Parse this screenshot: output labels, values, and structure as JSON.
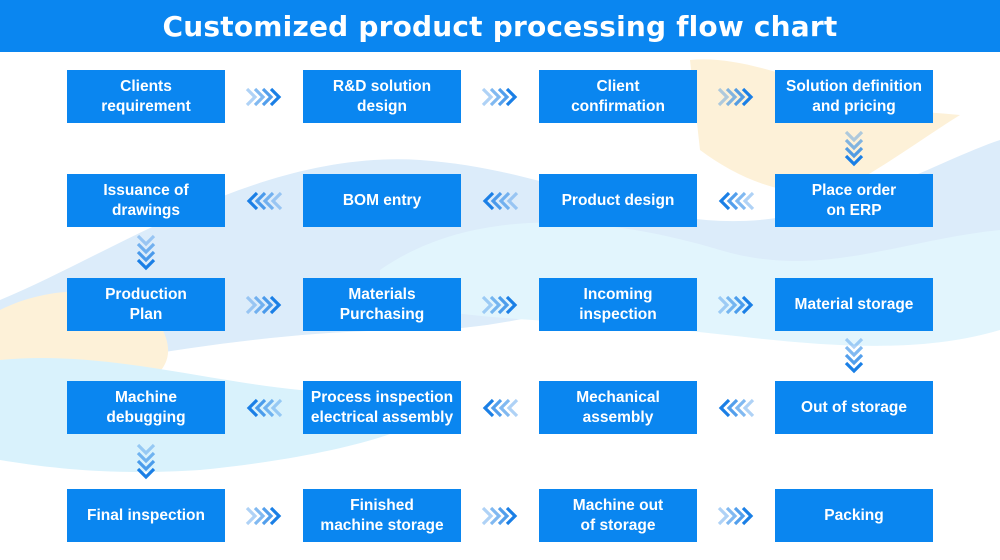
{
  "title": "Customized product processing flow chart",
  "colors": {
    "box": "#0a86f0",
    "arrow": "#1a7fe6",
    "title_bar": "#0a86f0"
  },
  "steps": [
    {
      "label": "Clients\nrequirement"
    },
    {
      "label": "R&D solution\ndesign"
    },
    {
      "label": "Client\nconfirmation"
    },
    {
      "label": "Solution definition\nand pricing"
    },
    {
      "label": "Place order\non ERP"
    },
    {
      "label": "Product design"
    },
    {
      "label": "BOM entry"
    },
    {
      "label": "Issuance of\ndrawings"
    },
    {
      "label": "Production\nPlan"
    },
    {
      "label": "Materials\nPurchasing"
    },
    {
      "label": "Incoming\ninspection"
    },
    {
      "label": "Material storage"
    },
    {
      "label": "Out of storage"
    },
    {
      "label": "Mechanical\nassembly"
    },
    {
      "label": "Process inspection\nelectrical assembly"
    },
    {
      "label": "Machine\ndebugging"
    },
    {
      "label": "Final inspection"
    },
    {
      "label": "Finished\nmachine storage"
    },
    {
      "label": "Machine out\nof storage"
    },
    {
      "label": "Packing"
    }
  ],
  "arrows": [
    {
      "from": 0,
      "to": 1,
      "direction": "right"
    },
    {
      "from": 1,
      "to": 2,
      "direction": "right"
    },
    {
      "from": 2,
      "to": 3,
      "direction": "right"
    },
    {
      "from": 3,
      "to": 4,
      "direction": "down"
    },
    {
      "from": 4,
      "to": 5,
      "direction": "left"
    },
    {
      "from": 5,
      "to": 6,
      "direction": "left"
    },
    {
      "from": 6,
      "to": 7,
      "direction": "left"
    },
    {
      "from": 7,
      "to": 8,
      "direction": "down"
    },
    {
      "from": 8,
      "to": 9,
      "direction": "right"
    },
    {
      "from": 9,
      "to": 10,
      "direction": "right"
    },
    {
      "from": 10,
      "to": 11,
      "direction": "right"
    },
    {
      "from": 11,
      "to": 12,
      "direction": "down"
    },
    {
      "from": 12,
      "to": 13,
      "direction": "left"
    },
    {
      "from": 13,
      "to": 14,
      "direction": "left"
    },
    {
      "from": 14,
      "to": 15,
      "direction": "left"
    },
    {
      "from": 15,
      "to": 16,
      "direction": "down"
    },
    {
      "from": 16,
      "to": 17,
      "direction": "right"
    },
    {
      "from": 17,
      "to": 18,
      "direction": "right"
    },
    {
      "from": 18,
      "to": 19,
      "direction": "right"
    }
  ]
}
